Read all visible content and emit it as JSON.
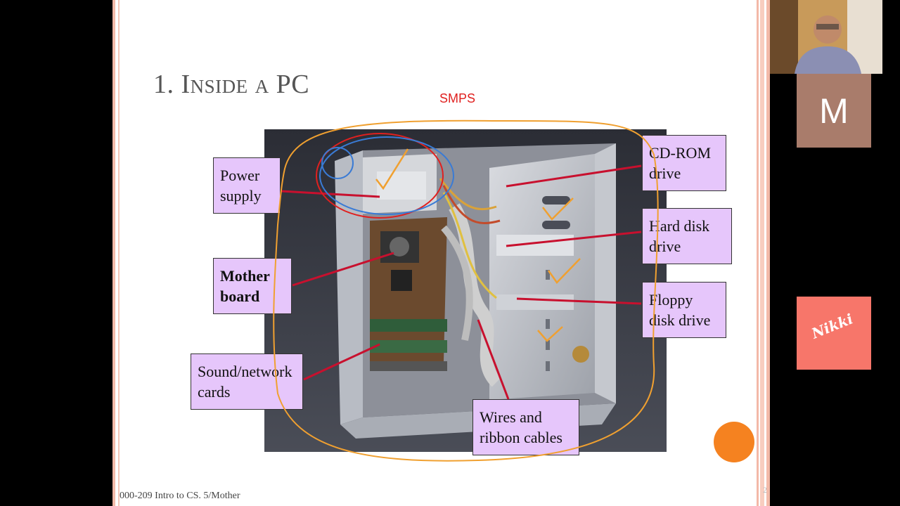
{
  "slide": {
    "title": "1.  Inside a PC",
    "annotation": "SMPS",
    "labels": {
      "power_supply": "Power\nsupply",
      "motherboard": "Mother\nboard",
      "sound_network": "Sound/network\ncards",
      "cdrom": "CD-ROM\ndrive",
      "hard_disk": "Hard disk\ndrive",
      "floppy": "Floppy\ndisk drive",
      "wires": "Wires and\nribbon cables"
    },
    "footer": "000-209 Intro to CS. 5/Mother",
    "page_number": "2",
    "colors": {
      "label_bg": "#e6c6fb",
      "pointer_line": "#c8102e",
      "annotation_orange": "#f0a030",
      "annotation_red": "#e0201f",
      "annotation_blue": "#3a7bd5",
      "accent_dot": "#f58220"
    }
  },
  "participants": {
    "tile_m_initial": "M",
    "tile_n_name": "Nikki",
    "tile_m_color": "#a97c6b",
    "tile_n_color": "#f7766a"
  },
  "icons": [
    "computer-case-photo",
    "camera-feed-person",
    "orange-circle"
  ]
}
